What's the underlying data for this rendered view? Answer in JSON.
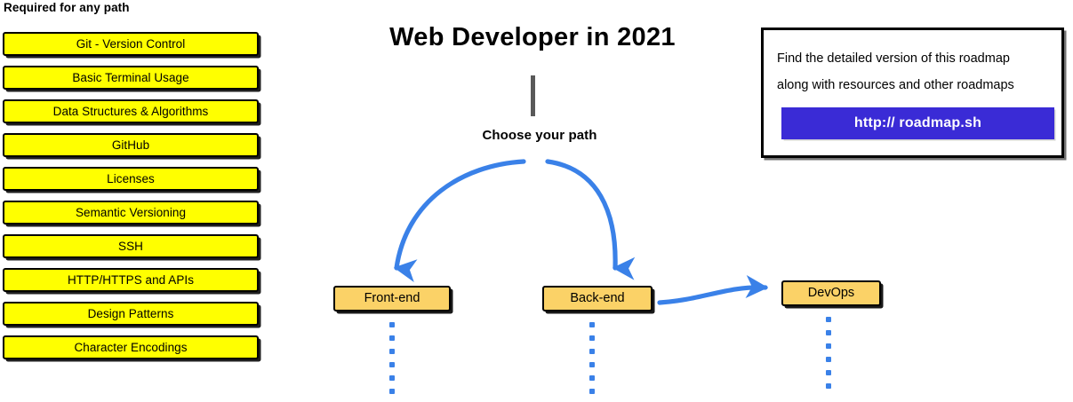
{
  "page": {
    "title": "Web Developer in 2021",
    "background_color": "#ffffff"
  },
  "colors": {
    "required_box_fill": "#ffff00",
    "path_node_fill": "#fbd267",
    "arrow_blue": "#3a81e8",
    "link_button_blue": "#3a2bd6",
    "trunk_gray": "#595959",
    "outline_black": "#000000"
  },
  "required_section": {
    "heading": "Required for any path",
    "items": [
      {
        "label": "Git - Version Control"
      },
      {
        "label": "Basic Terminal Usage"
      },
      {
        "label": "Data Structures & Algorithms"
      },
      {
        "label": "GitHub"
      },
      {
        "label": "Licenses"
      },
      {
        "label": "Semantic Versioning"
      },
      {
        "label": "SSH"
      },
      {
        "label": "HTTP/HTTPS and APIs"
      },
      {
        "label": "Design Patterns"
      },
      {
        "label": "Character Encodings"
      }
    ]
  },
  "flow": {
    "choose_label": "Choose your path",
    "nodes": [
      {
        "id": "frontend",
        "label": "Front-end"
      },
      {
        "id": "backend",
        "label": "Back-end"
      },
      {
        "id": "devops",
        "label": "DevOps"
      }
    ]
  },
  "info_card": {
    "line1": "Find the detailed version of this roadmap",
    "line2": "along with resources and other roadmaps",
    "link_label": "http:// roadmap.sh"
  }
}
